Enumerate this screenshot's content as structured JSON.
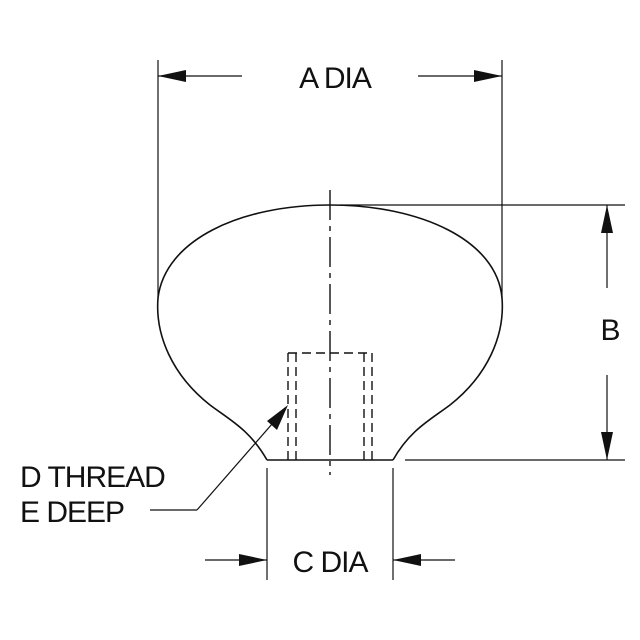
{
  "labels": {
    "a_dia": "A DIA",
    "b": "B",
    "c_dia": "C DIA",
    "d_thread": "D THREAD",
    "e_deep": "E DEEP"
  },
  "colors": {
    "ink": "#111111",
    "background": "#ffffff"
  }
}
